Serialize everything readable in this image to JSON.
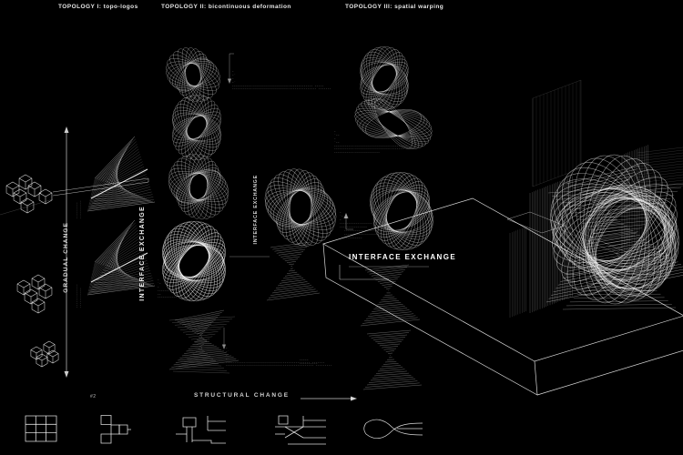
{
  "headers": {
    "topology_1": "TOPOLOGY I:  topo-logos",
    "topology_2": "TOPOLOGY II:  bicontinuous deformation",
    "topology_3": "TOPOLOGY III:  spatial warping"
  },
  "axes": {
    "gradual_change": "GRADUAL CHANGE",
    "interface_exchange_left": "INTERFACE EXCHANGE",
    "interface_exchange_mid": "INTERFACE EXCHANGE",
    "interface_exchange_slab": "INTERFACE EXCHANGE",
    "structural_change": "STRUCTURAL CHANGE",
    "figure_marker": "#2"
  },
  "micro_annotations": {
    "m1": [
      "·",
      "·˙",
      "·",
      "·˙",
      "············································ ·····",
      "·············································· ·······"
    ],
    "m2": [
      "·",
      "·˙",
      "·",
      "·˙",
      "·············································· ·······",
      "················································ ·········"
    ],
    "m3": [
      "·",
      "˙··",
      "·",
      "˙··",
      "········································",
      "······································",
      "·························"
    ],
    "m4": [
      "·",
      "˙·",
      "·",
      "··················",
      "···············"
    ],
    "m5": [
      "·",
      "˙·",
      "·",
      "·····················",
      "··",
      "···············"
    ],
    "m6": [
      "·····················",
      "····················",
      "··········"
    ],
    "m7": [
      "·········",
      "··········"
    ],
    "m8": [
      "·············",
      "···········"
    ],
    "m9": [
      "·····",
      "··········"
    ]
  },
  "colors": {
    "background": "#000000",
    "line": "#ffffff",
    "dim_line": "#9a9a9a",
    "text": "#e6e6e6"
  }
}
